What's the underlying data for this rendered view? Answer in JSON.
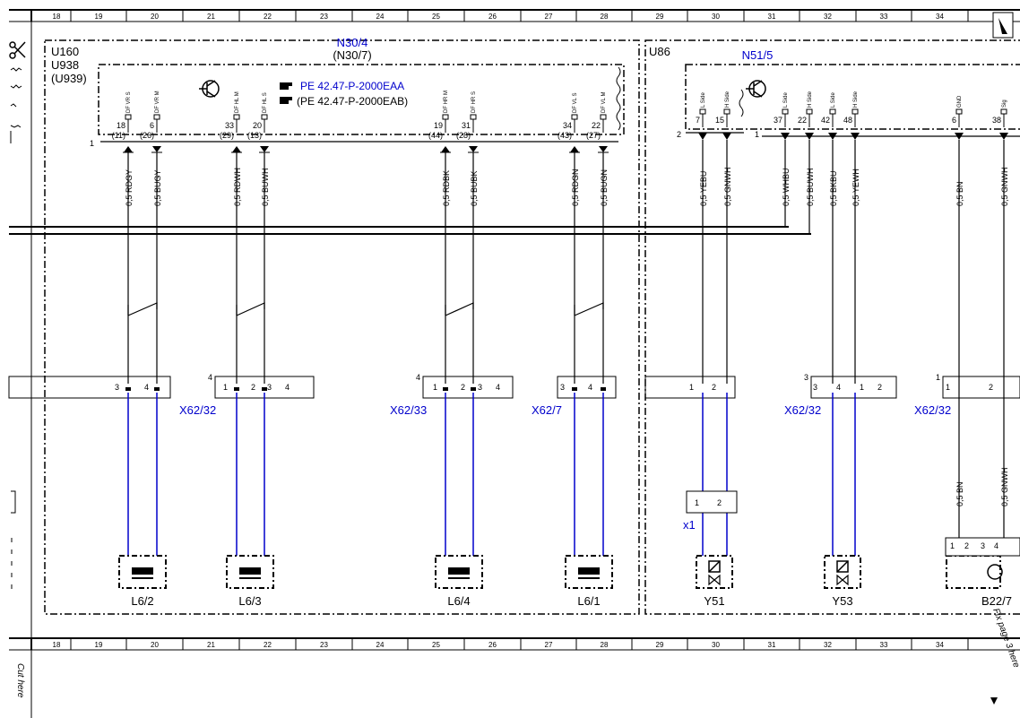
{
  "grid_numbers": [
    "18",
    "19",
    "20",
    "21",
    "22",
    "23",
    "24",
    "25",
    "26",
    "27",
    "28",
    "29",
    "30",
    "31",
    "32",
    "33",
    "34"
  ],
  "left_module": {
    "title": "N30/4",
    "subtitle": "(N30/7)",
    "codes": [
      "U160",
      "U938",
      "(U939)"
    ],
    "ref_primary": "PE 42.47-P-2000EAA",
    "ref_secondary": "(PE 42.47-P-2000EAB)",
    "bus_pin": "1",
    "pins": [
      {
        "pin": "18",
        "alt": "(11)",
        "signal": "DF VR S",
        "wire": "0,5 RDGY"
      },
      {
        "pin": "6",
        "alt": "(26)",
        "signal": "DF VR M",
        "wire": "0,5 BUGY"
      },
      {
        "pin": "33",
        "alt": "(29)",
        "signal": "DF HL M",
        "wire": "0,5 RDWH"
      },
      {
        "pin": "20",
        "alt": "(13)",
        "signal": "DF HL S",
        "wire": "0,5 BUWH"
      },
      {
        "pin": "19",
        "alt": "(44)",
        "signal": "DF HR M",
        "wire": "0,5 RDBK"
      },
      {
        "pin": "31",
        "alt": "(28)",
        "signal": "DF HR S",
        "wire": "0,5 BUBK"
      },
      {
        "pin": "34",
        "alt": "(43)",
        "signal": "DF VL S",
        "wire": "0,5 RDGN"
      },
      {
        "pin": "22",
        "alt": "(27)",
        "signal": "DF VL M",
        "wire": "0,5 BUGN"
      }
    ]
  },
  "right_module": {
    "title": "N51/5",
    "code": "U86",
    "bus_pins": [
      "2",
      "1"
    ],
    "pins": [
      {
        "pin": "7",
        "signal": "L Side",
        "wire": "0,5 YEBU"
      },
      {
        "pin": "15",
        "signal": "H Side",
        "wire": "0,5 GNWH"
      },
      {
        "pin": "37",
        "signal": "L Side",
        "wire": "0,5 WHBU"
      },
      {
        "pin": "22",
        "signal": "H Side",
        "wire": "0,5 BUWH"
      },
      {
        "pin": "42",
        "signal": "L Side",
        "wire": "0,5 BKBU"
      },
      {
        "pin": "48",
        "signal": "H Side",
        "wire": "0,5 YEWH"
      },
      {
        "pin": "6",
        "signal": "GND",
        "wire": "0,5 BN"
      },
      {
        "pin": "38",
        "signal": "Sig",
        "wire": "0,5 GNWH"
      }
    ]
  },
  "connectors": [
    {
      "label": "X62/32",
      "block_num": "",
      "pins": [
        "3",
        "4"
      ]
    },
    {
      "label": "X62/32",
      "block_num": "4",
      "pins": [
        "1",
        "2",
        "3",
        "4"
      ]
    },
    {
      "label": "X62/33",
      "block_num": "4",
      "pins": [
        "1",
        "2",
        "3",
        "4"
      ]
    },
    {
      "label": "X62/7",
      "block_num": "",
      "pins": [
        "3",
        "4"
      ]
    },
    {
      "label": "",
      "block_num": "",
      "pins": [
        "1",
        "2"
      ]
    },
    {
      "label": "X62/32",
      "block_num": "3",
      "pins": [
        "3",
        "4",
        "1",
        "2"
      ]
    },
    {
      "label": "X62/32",
      "block_num": "1",
      "pins": [
        "1",
        "2"
      ]
    }
  ],
  "lower_wires": [
    "0,5 BN",
    "0,5 GNWH"
  ],
  "inline_connector": {
    "label": "x1",
    "pins": [
      "1",
      "2"
    ]
  },
  "b_connector_pins": [
    "1",
    "2",
    "3",
    "4"
  ],
  "components": [
    "L6/2",
    "L6/3",
    "L6/4",
    "L6/1",
    "Y51",
    "Y53",
    "B22/7"
  ],
  "notes": {
    "cut_here_left": "Cut here",
    "cut_here_right": "Fix page 3 here"
  },
  "colors": {
    "wire_blue": "#0000cc",
    "label_blue": "#0000cc",
    "line": "#000000"
  }
}
